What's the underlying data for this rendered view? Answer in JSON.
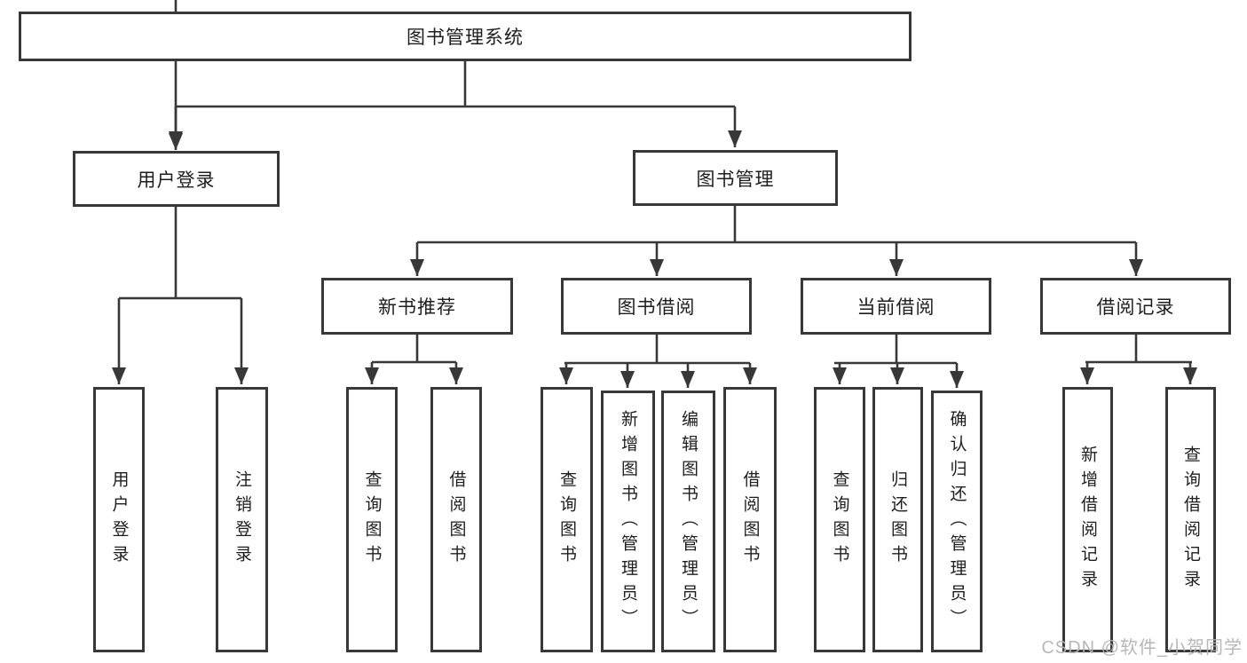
{
  "colors": {
    "line": "#383838",
    "text": "#1e1e1e",
    "watermark": "#b4b4b4",
    "background": "#ffffff"
  },
  "watermark": {
    "text": "CSDN @软件_小贺同学"
  },
  "diagram": {
    "root": {
      "label": "图书管理系统"
    },
    "branches": [
      {
        "label": "用户登录"
      },
      {
        "label": "图书管理"
      }
    ],
    "modules": [
      {
        "label": "新书推荐"
      },
      {
        "label": "图书借阅"
      },
      {
        "label": "当前借阅"
      },
      {
        "label": "借阅记录"
      }
    ],
    "leaves": {
      "user_login": [
        "用户登录",
        "注销登录"
      ],
      "new_book": [
        "查询图书",
        "借阅图书"
      ],
      "book_borrow": [
        "查询图书",
        "新增图书（管理员）",
        "编辑图书（管理员）",
        "借阅图书"
      ],
      "current_borrow": [
        "查询图书",
        "归还图书",
        "确认归还（管理员）"
      ],
      "borrow_records": [
        "新增借阅记录",
        "查询借阅记录"
      ]
    }
  }
}
